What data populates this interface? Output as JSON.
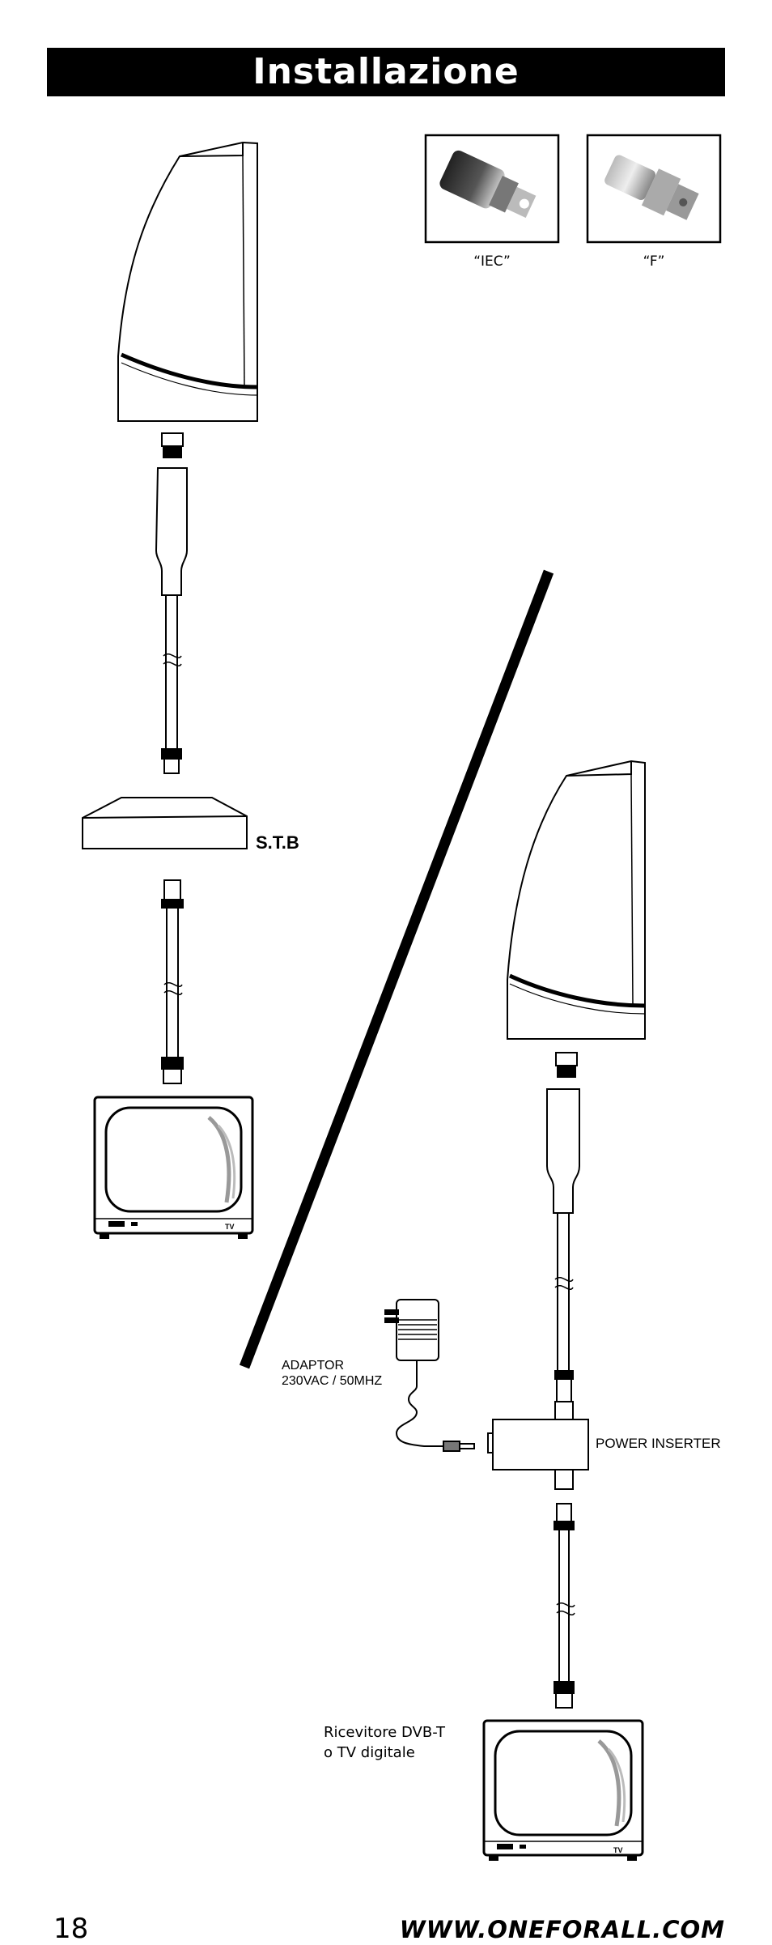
{
  "page": {
    "title": "Installazione",
    "page_number": "18",
    "website": "WWW.ONEFORALL.COM"
  },
  "connectors": [
    {
      "label": "“IEC”"
    },
    {
      "label": "“F”"
    }
  ],
  "setup_left": {
    "stb_label": "S.T.B"
  },
  "setup_right": {
    "adaptor_label_line1": "ADAPTOR",
    "adaptor_label_line2": "230VAC / 50MHZ",
    "power_inserter_label": "POWER INSERTER",
    "receiver_label_line1": "Ricevitore DVB-T",
    "receiver_label_line2": "o TV digitale",
    "tv_badge": "TV"
  }
}
